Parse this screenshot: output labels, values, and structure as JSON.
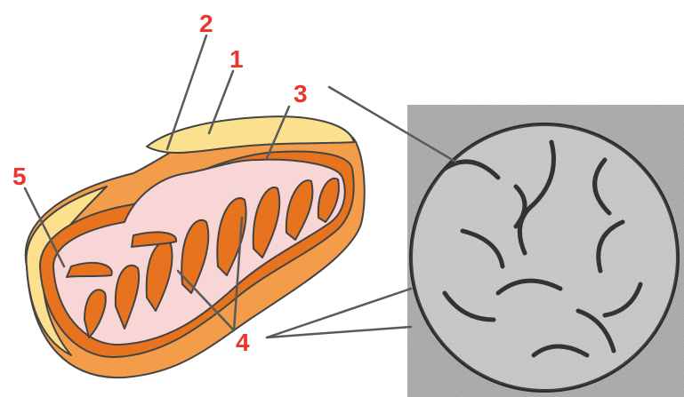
{
  "labels": {
    "one": "1",
    "two": "2",
    "three": "3",
    "four": "4",
    "five": "5"
  },
  "colors": {
    "label": "#e8372b",
    "outer_membrane": "#f39c4a",
    "intermembrane_space": "#fbe08e",
    "inner_membrane": "#e8731f",
    "matrix": "#f8d6d6",
    "micrograph_bg": "#a6a6a6",
    "micrograph_disk": "#c7c7c7",
    "leader_line": "#5a5a5a"
  }
}
